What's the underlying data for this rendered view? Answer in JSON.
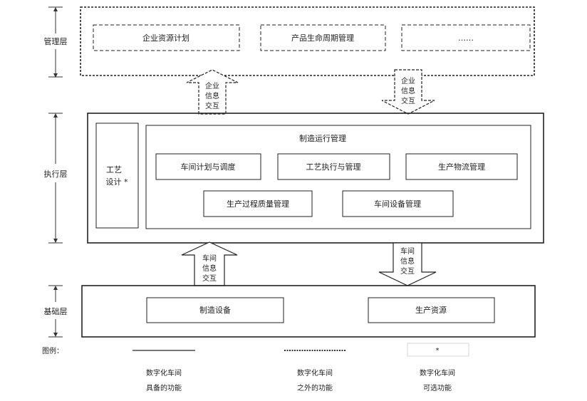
{
  "layers": {
    "management": "管理层",
    "execution": "执行层",
    "foundation": "基础层"
  },
  "management": {
    "items": [
      "企业资源计划",
      "产品生命周期管理",
      "……"
    ]
  },
  "enterprise_exchange": {
    "up": [
      "企业",
      "信息",
      "交互"
    ],
    "down": [
      "企业",
      "信息",
      "交互"
    ]
  },
  "execution": {
    "process_design": [
      "工艺",
      "设计 *"
    ],
    "mom_title": "制造运行管理",
    "row1": [
      "车间计划与调度",
      "工艺执行与管理",
      "生产物流管理"
    ],
    "row2": [
      "生产过程质量管理",
      "车间设备管理"
    ]
  },
  "workshop_exchange": {
    "up": [
      "车间",
      "信息",
      "交互"
    ],
    "down": [
      "车间",
      "信息",
      "交互"
    ]
  },
  "foundation": {
    "items": [
      "制造设备",
      "生产资源"
    ]
  },
  "legend": {
    "label": "图例：",
    "star": "*",
    "solid": [
      "数字化车间",
      "具备的功能"
    ],
    "dashed": [
      "数字化车间",
      "之外的功能"
    ],
    "optional": [
      "数字化车间",
      "可选功能"
    ]
  }
}
